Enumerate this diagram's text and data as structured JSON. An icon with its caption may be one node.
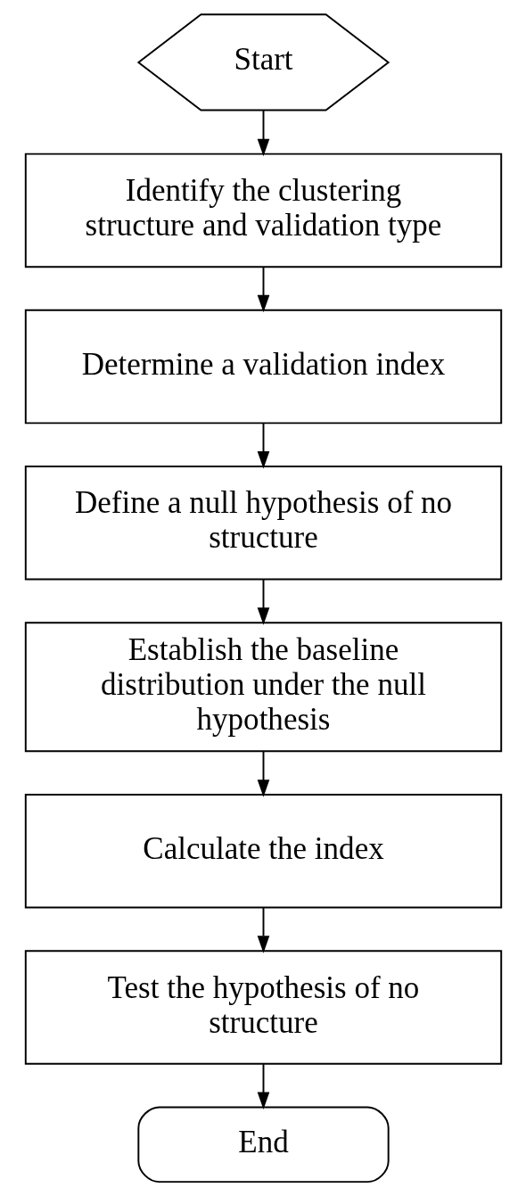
{
  "diagram": {
    "nodes": [
      {
        "text": [
          "Start"
        ]
      },
      {
        "text": [
          "Identify the clustering structure and validation type"
        ]
      },
      {
        "text": [
          "Determine a validation index"
        ]
      },
      {
        "text": [
          "Define a null hypothesis of no structure"
        ]
      },
      {
        "text": [
          "Establish the baseline distribution under the null hypothesis"
        ]
      },
      {
        "text": [
          "Calculate the index"
        ]
      },
      {
        "text": [
          "Test the hypothesis of no structure"
        ]
      },
      {
        "text": [
          "End"
        ]
      }
    ],
    "edges": [
      {
        "from": 0,
        "to": 1,
        "arrow": "to"
      },
      {
        "from": 1,
        "to": 2,
        "arrow": "to"
      },
      {
        "from": 2,
        "to": 3,
        "arrow": "to"
      },
      {
        "from": 3,
        "to": 4,
        "arrow": "to"
      },
      {
        "from": 4,
        "to": 5,
        "arrow": "to"
      },
      {
        "from": 5,
        "to": 6,
        "arrow": "to"
      },
      {
        "from": 6,
        "to": 7,
        "arrow": "to"
      }
    ]
  }
}
